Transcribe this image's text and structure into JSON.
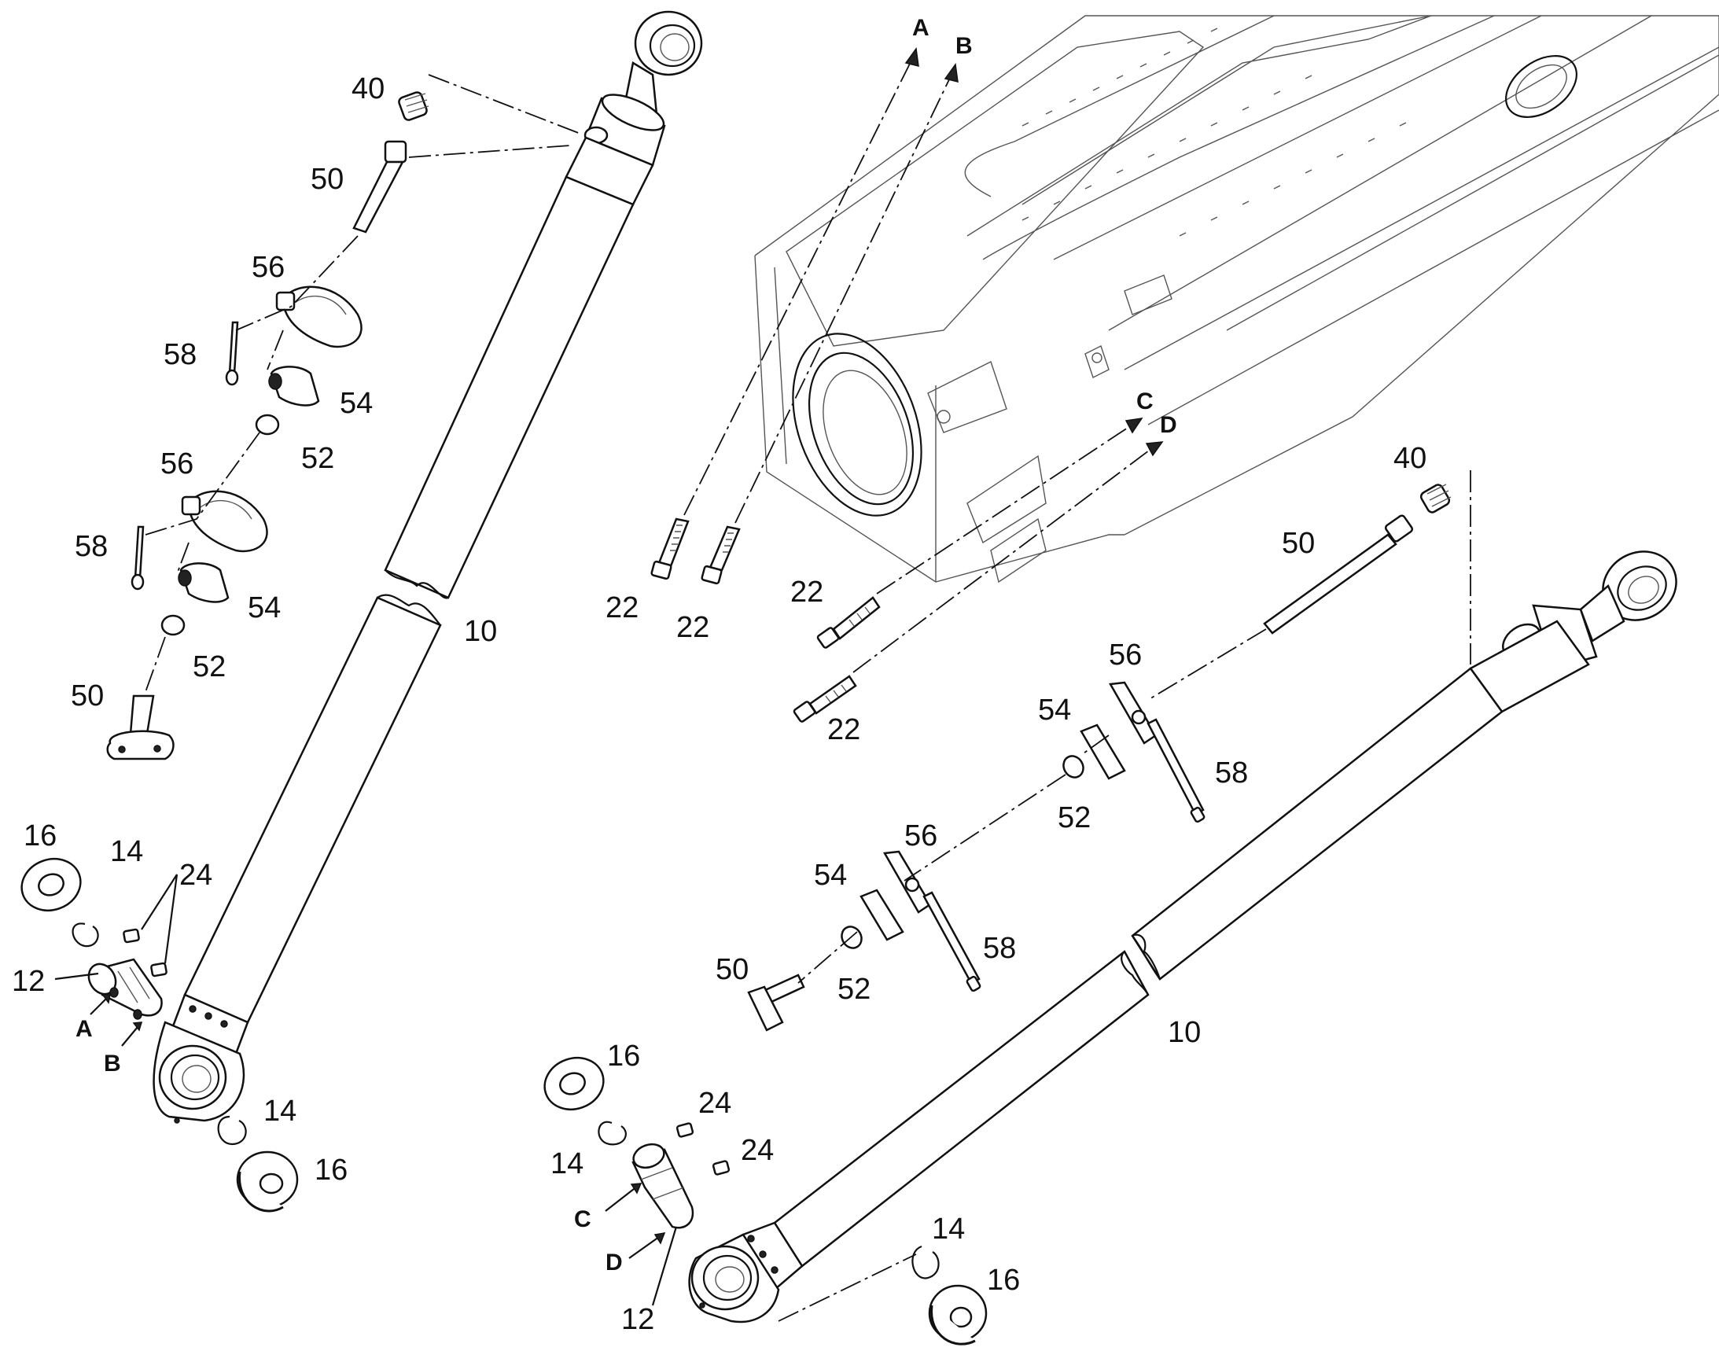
{
  "labels": [
    {
      "id": "l40a",
      "text": "40"
    },
    {
      "id": "l50a",
      "text": "50"
    },
    {
      "id": "l56a",
      "text": "56"
    },
    {
      "id": "l58a",
      "text": "58"
    },
    {
      "id": "l54a",
      "text": "54"
    },
    {
      "id": "l52a",
      "text": "52"
    },
    {
      "id": "l56b",
      "text": "56"
    },
    {
      "id": "l58b",
      "text": "58"
    },
    {
      "id": "l54b",
      "text": "54"
    },
    {
      "id": "l52b",
      "text": "52"
    },
    {
      "id": "l50b",
      "text": "50"
    },
    {
      "id": "l10a",
      "text": "10"
    },
    {
      "id": "l16a",
      "text": "16"
    },
    {
      "id": "l14a",
      "text": "14"
    },
    {
      "id": "l24a",
      "text": "24"
    },
    {
      "id": "l12a",
      "text": "12"
    },
    {
      "id": "lAa",
      "text": "A"
    },
    {
      "id": "lBa",
      "text": "B"
    },
    {
      "id": "l14b",
      "text": "14"
    },
    {
      "id": "l16b",
      "text": "16"
    },
    {
      "id": "lAt",
      "text": "A"
    },
    {
      "id": "lBt",
      "text": "B"
    },
    {
      "id": "l22a",
      "text": "22"
    },
    {
      "id": "l22b",
      "text": "22"
    },
    {
      "id": "l22c",
      "text": "22"
    },
    {
      "id": "l22d",
      "text": "22"
    },
    {
      "id": "lCt",
      "text": "C"
    },
    {
      "id": "lDt",
      "text": "D"
    },
    {
      "id": "l40b",
      "text": "40"
    },
    {
      "id": "l50c",
      "text": "50"
    },
    {
      "id": "l56c",
      "text": "56"
    },
    {
      "id": "l54c",
      "text": "54"
    },
    {
      "id": "l58c",
      "text": "58"
    },
    {
      "id": "l52c",
      "text": "52"
    },
    {
      "id": "l56d",
      "text": "56"
    },
    {
      "id": "l54d",
      "text": "54"
    },
    {
      "id": "l58d",
      "text": "58"
    },
    {
      "id": "l50d",
      "text": "50"
    },
    {
      "id": "l52d",
      "text": "52"
    },
    {
      "id": "l10b",
      "text": "10"
    },
    {
      "id": "l16c",
      "text": "16"
    },
    {
      "id": "l24b",
      "text": "24"
    },
    {
      "id": "l24c",
      "text": "24"
    },
    {
      "id": "l14c",
      "text": "14"
    },
    {
      "id": "lCb",
      "text": "C"
    },
    {
      "id": "lDb",
      "text": "D"
    },
    {
      "id": "l12b",
      "text": "12"
    },
    {
      "id": "l14d",
      "text": "14"
    },
    {
      "id": "l16d",
      "text": "16"
    }
  ]
}
